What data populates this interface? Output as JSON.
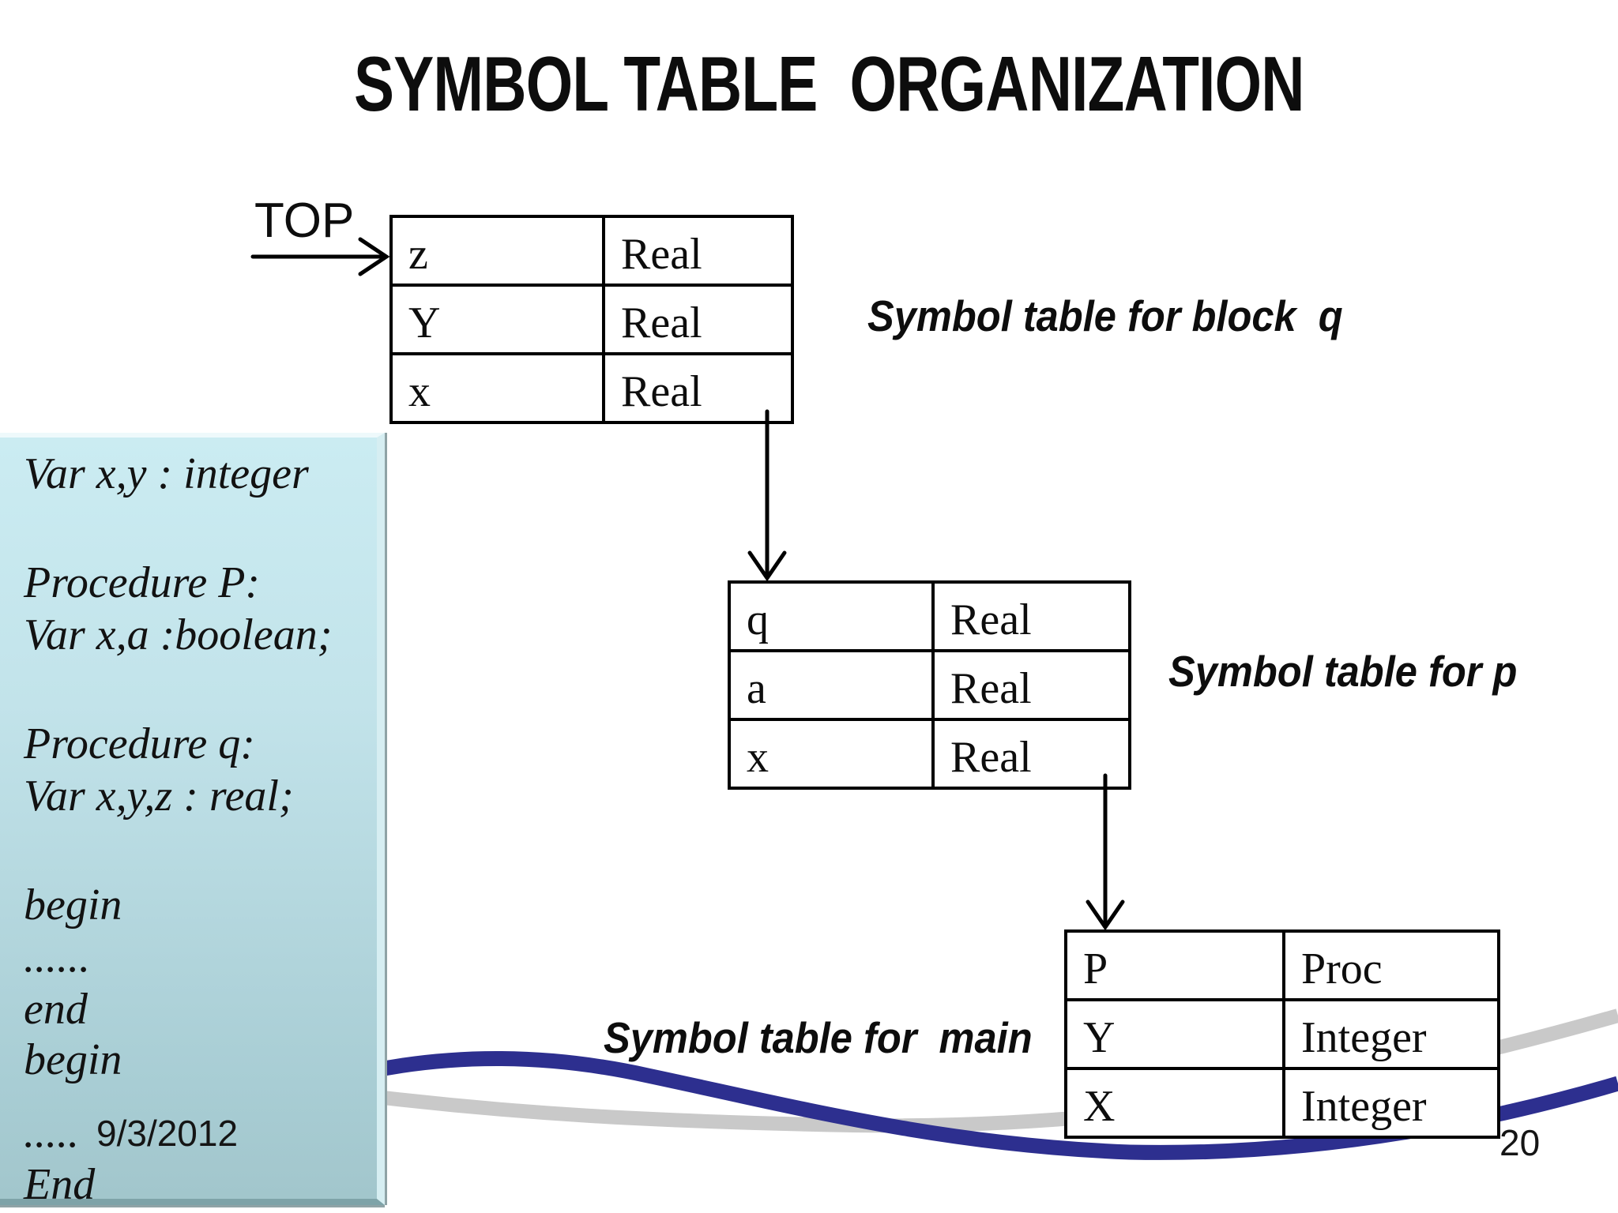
{
  "slide": {
    "title": "SYMBOL TABLE  ORGANIZATION",
    "date": "9/3/2012",
    "page_number": "20",
    "colors": {
      "wave_navy": "#2d2f8f",
      "wave_gray": "#c9c9c9",
      "box_gradient_top": "#cbecf2",
      "box_gradient_bottom": "#a2c6cc",
      "line_color": "#000000"
    }
  },
  "pointer": {
    "label": "TOP"
  },
  "code_box": {
    "lines": [
      "Var x,y : integer",
      "Procedure P:",
      "Var x,a :boolean;",
      "Procedure q:",
      "Var x,y,z : real;",
      "begin",
      "......",
      "end",
      "begin",
      ".....",
      "End"
    ]
  },
  "tables": [
    {
      "id": "block-q",
      "label": "Symbol table for block  q",
      "rows": [
        [
          "z",
          "Real"
        ],
        [
          "Y",
          "Real"
        ],
        [
          "x",
          "Real"
        ]
      ]
    },
    {
      "id": "p",
      "label": "Symbol table for p",
      "rows": [
        [
          "q",
          "Real"
        ],
        [
          "a",
          "Real"
        ],
        [
          "x",
          "Real"
        ]
      ]
    },
    {
      "id": "main",
      "label": "Symbol table for  main",
      "rows": [
        [
          "P",
          "Proc"
        ],
        [
          "Y",
          "Integer"
        ],
        [
          "X",
          "Integer"
        ]
      ]
    }
  ]
}
